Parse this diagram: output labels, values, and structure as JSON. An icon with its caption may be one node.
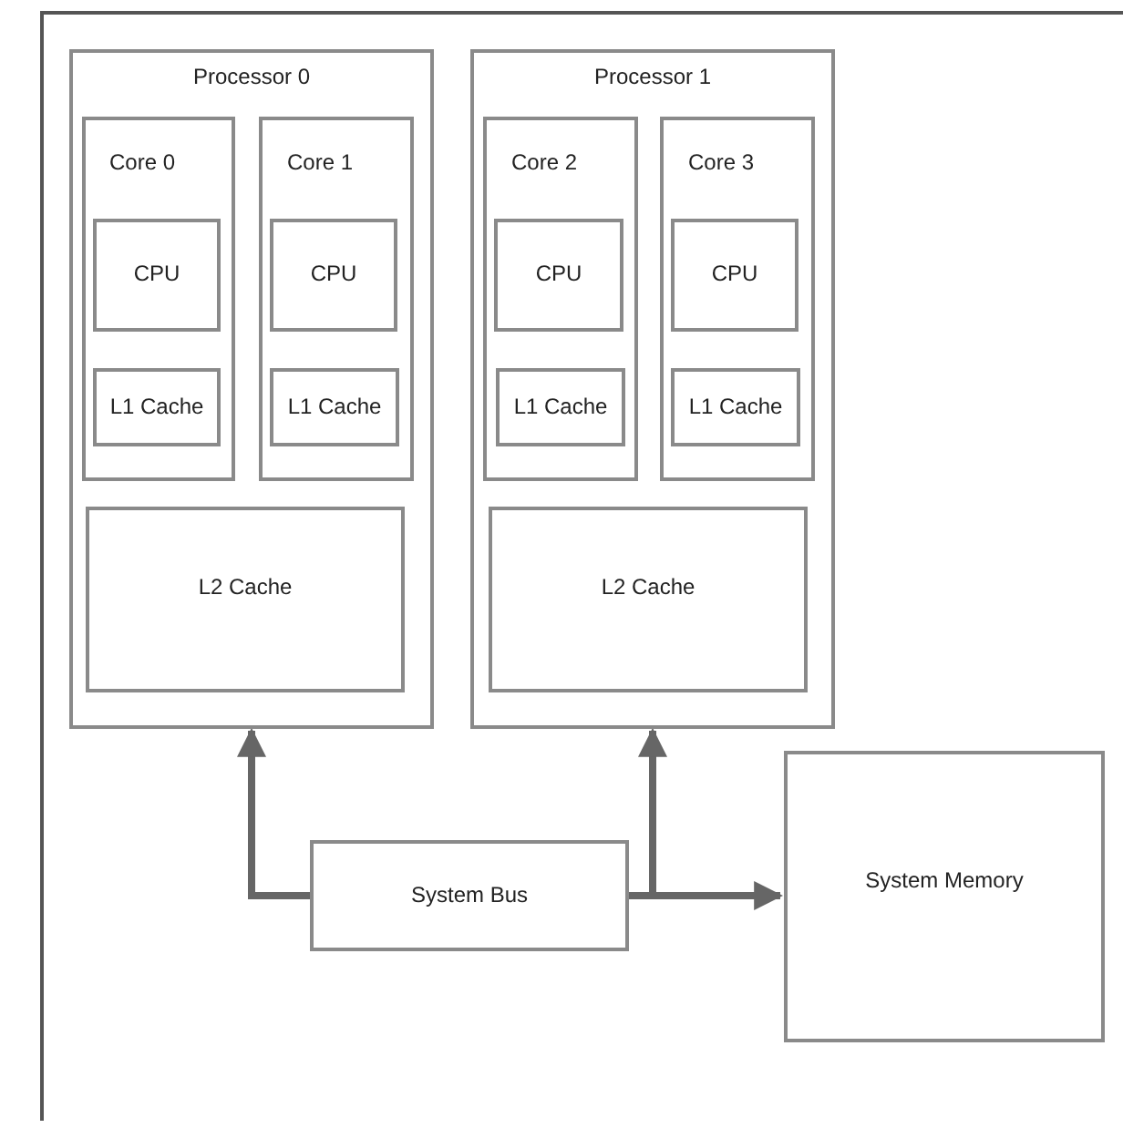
{
  "diagram": {
    "nodes": [
      {
        "text": [
          "Processor 0"
        ]
      },
      {
        "text": [
          "Core 0"
        ],
        "in": 0
      },
      {
        "text": [
          "CPU"
        ],
        "in": 1
      },
      {
        "text": [
          "L1 Cache"
        ],
        "in": 1
      },
      {
        "text": [
          "Core 1"
        ],
        "in": 0
      },
      {
        "text": [
          "CPU"
        ],
        "in": 4
      },
      {
        "text": [
          "L1 Cache"
        ],
        "in": 4
      },
      {
        "text": [
          "L2 Cache"
        ],
        "in": 0
      },
      {
        "text": [
          "Processor 1"
        ]
      },
      {
        "text": [
          "Core 2"
        ],
        "in": 8
      },
      {
        "text": [
          "CPU"
        ],
        "in": 9
      },
      {
        "text": [
          "L1 Cache"
        ],
        "in": 9
      },
      {
        "text": [
          "Core 3"
        ],
        "in": 8
      },
      {
        "text": [
          "CPU"
        ],
        "in": 12
      },
      {
        "text": [
          "L1 Cache"
        ],
        "in": 12
      },
      {
        "text": [
          "L2 Cache"
        ],
        "in": 8
      },
      {
        "text": [
          "System Bus"
        ]
      },
      {
        "text": [
          "System Memory"
        ]
      }
    ],
    "edges": [
      {
        "from": 16,
        "to": 0,
        "arrow": "to"
      },
      {
        "from": 16,
        "to": 8,
        "arrow": "to"
      },
      {
        "from": 16,
        "to": 17,
        "arrow": "to"
      }
    ]
  }
}
